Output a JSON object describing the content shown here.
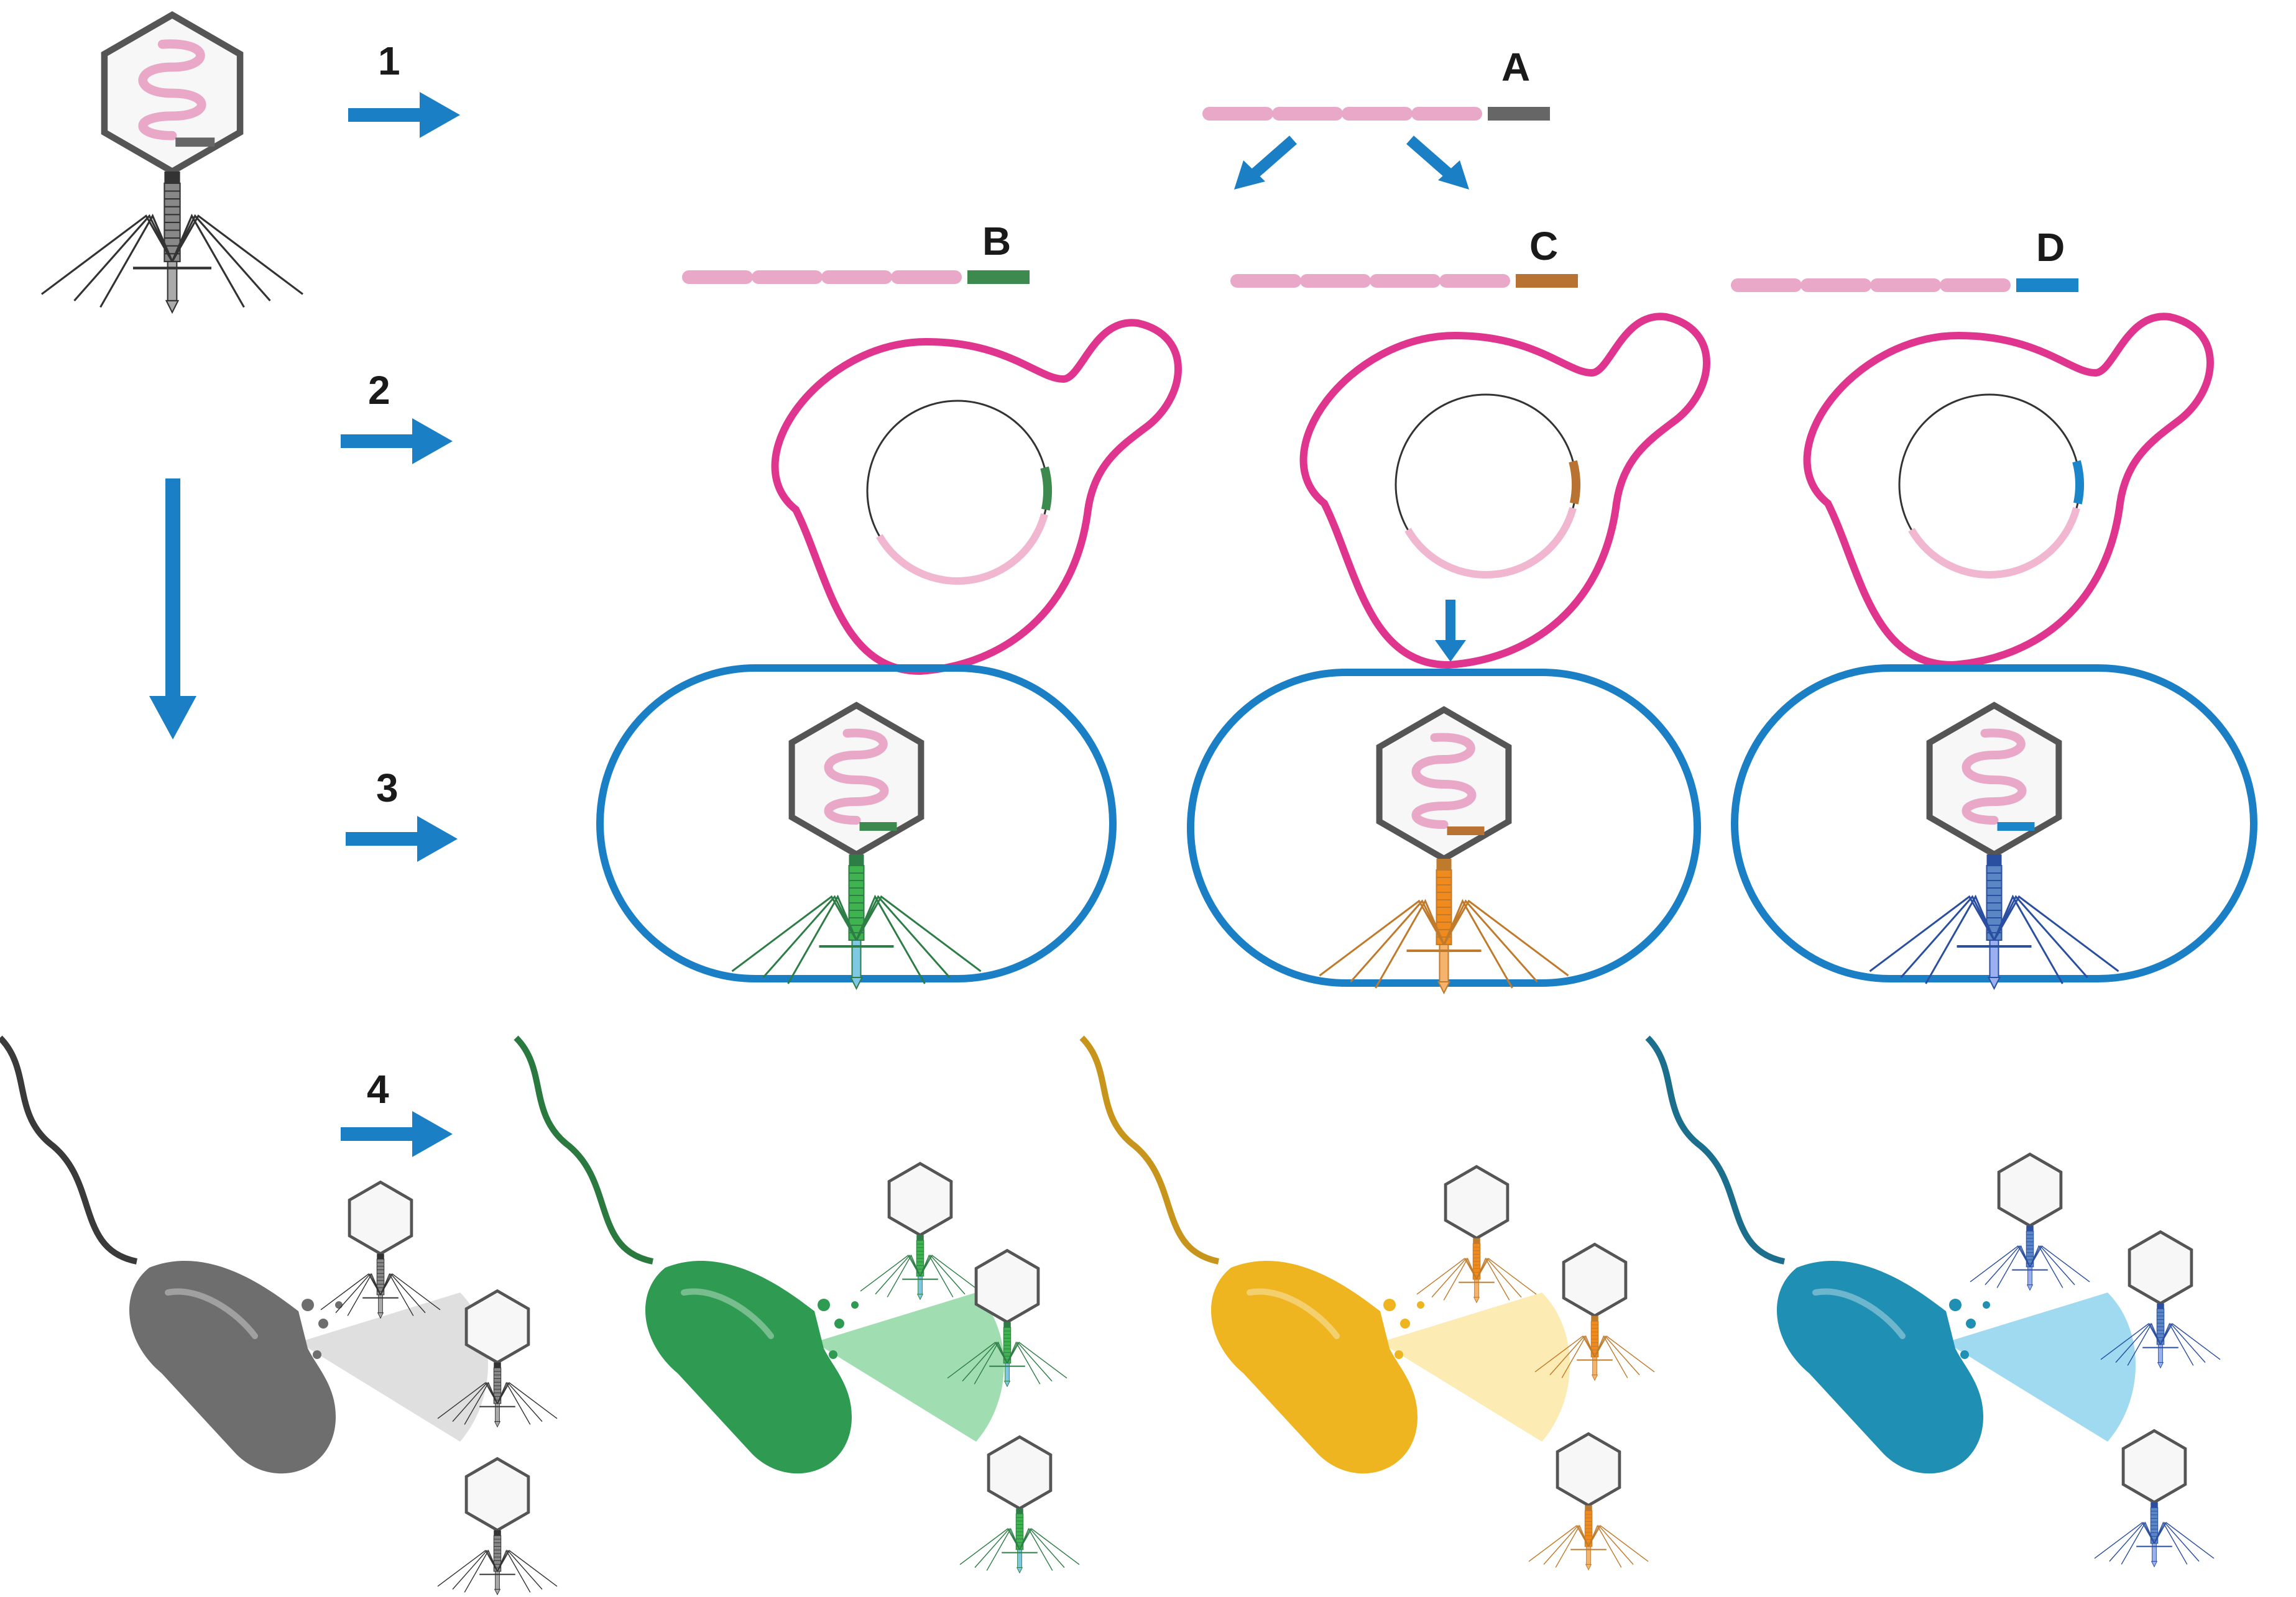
{
  "steps": [
    "1",
    "2",
    "3",
    "4"
  ],
  "cassettes": {
    "source": {
      "label": "A",
      "color": "#666666"
    },
    "variants": [
      {
        "label": "B",
        "color": "#3d8a4e"
      },
      {
        "label": "C",
        "color": "#b87333"
      },
      {
        "label": "D",
        "color": "#1a85c9"
      }
    ]
  },
  "colors": {
    "arrow": "#1a7fc4",
    "phage_genome": "#e9a8c8",
    "plasmid_outline": "#e0358f",
    "host_cell_outline": "#1a7fc4",
    "capsid_outline": "#555555"
  },
  "phage_variants": [
    {
      "name": "original",
      "tail": "#333333",
      "sheath": "#888888",
      "tip": "#aaaaaa"
    },
    {
      "name": "green",
      "tail": "#2e7d46",
      "sheath": "#3fb34f",
      "tip": "#7ec8e3"
    },
    {
      "name": "orange",
      "tail": "#c07a2c",
      "sheath": "#f08a1c",
      "tip": "#f6b36b"
    },
    {
      "name": "blue",
      "tail": "#2a4ea0",
      "sheath": "#5a86c6",
      "tip": "#9ab0f0"
    }
  ],
  "bacteria": [
    {
      "name": "gray",
      "body": "#6e6e6e",
      "spray": "#d9d9d9",
      "flagellum": "#3a3a3a"
    },
    {
      "name": "green",
      "body": "#2e9a52",
      "spray": "#8fd8a4",
      "flagellum": "#2a7a3f"
    },
    {
      "name": "yellow",
      "body": "#efb521",
      "spray": "#fbe7a6",
      "flagellum": "#c8951c"
    },
    {
      "name": "teal",
      "body": "#1f8fb3",
      "spray": "#8fd3ee",
      "flagellum": "#1b6e8c"
    }
  ]
}
